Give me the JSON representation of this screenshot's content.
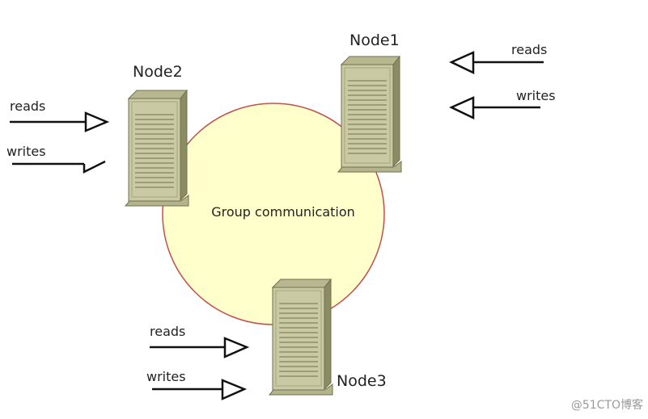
{
  "diagram": {
    "center_label": "Group communication",
    "colors": {
      "circle_fill": "#ffffcc",
      "circle_stroke": "#c0504d",
      "server_front": "#c8c8a0",
      "server_side": "#8a8a60",
      "server_top": "#b0b088"
    },
    "nodes": [
      {
        "name": "Node1",
        "reads_label": "reads",
        "writes_label": "writes"
      },
      {
        "name": "Node2",
        "reads_label": "reads",
        "writes_label": "writes"
      },
      {
        "name": "Node3",
        "reads_label": "reads",
        "writes_label": "writes"
      }
    ]
  },
  "watermark": "@51CTO博客"
}
